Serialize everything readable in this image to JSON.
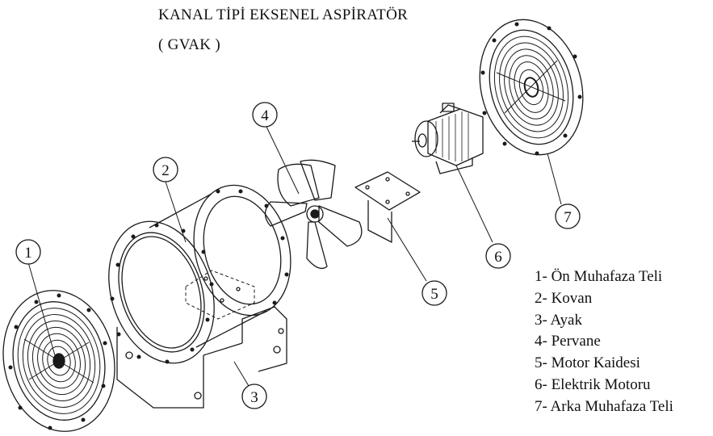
{
  "title": "KANAL TİPİ EKSENEL ASPİRATÖR",
  "subtitle": "( GVAK )",
  "callouts": [
    "1",
    "2",
    "3",
    "4",
    "5",
    "6",
    "7"
  ],
  "legend": [
    "1- Ön Muhafaza Teli",
    "2- Kovan",
    "3- Ayak",
    "4- Pervane",
    "5- Motor Kaidesi",
    "6- Elektrik Motoru",
    "7- Arka Muhafaza Teli"
  ],
  "colors": {
    "line": "#1a1a1a",
    "background": "#ffffff"
  }
}
